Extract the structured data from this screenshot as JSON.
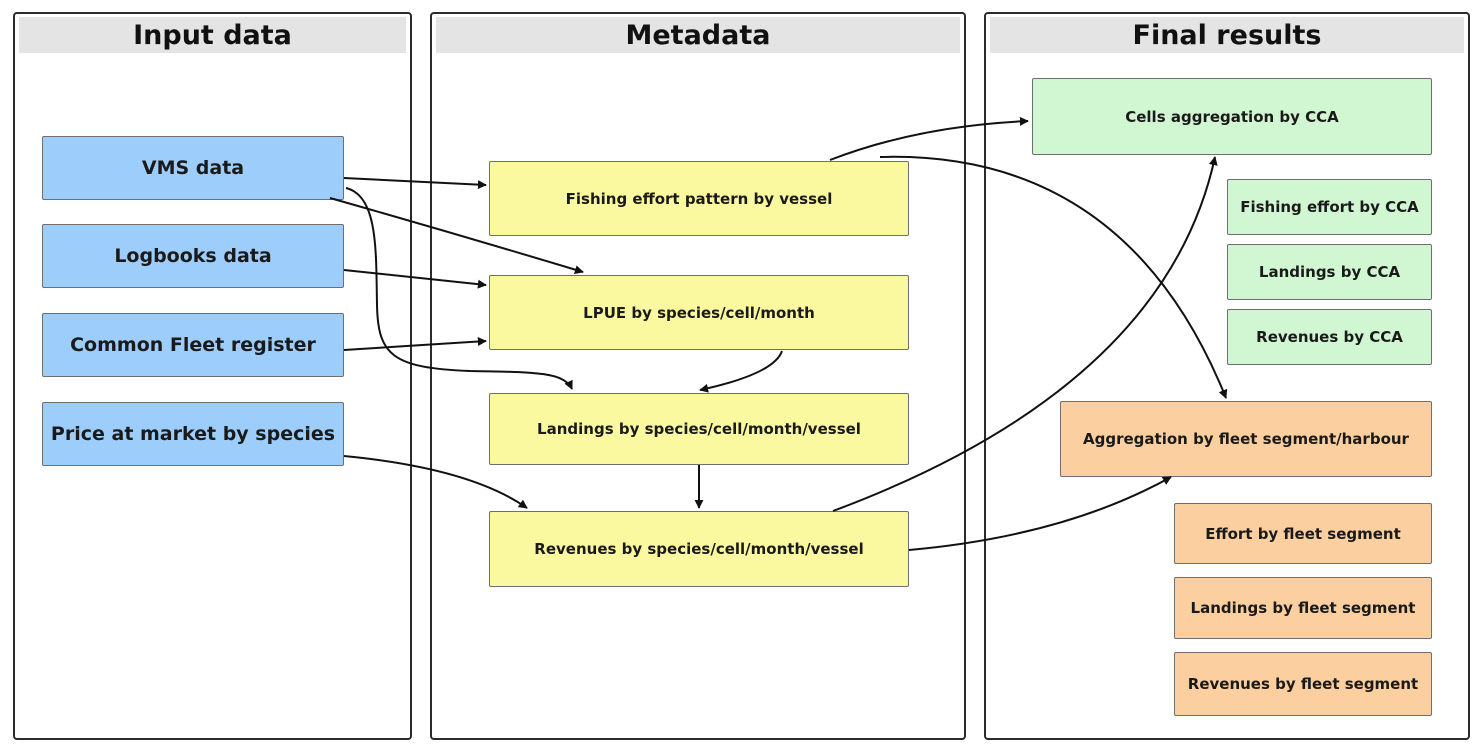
{
  "panels": {
    "input": "Input data",
    "metadata": "Metadata",
    "final": "Final results"
  },
  "input_boxes": {
    "vms": "VMS data",
    "logbooks": "Logbooks data",
    "fleet_register": "Common Fleet register",
    "price": "Price at market by species"
  },
  "metadata_boxes": {
    "effort_pattern": "Fishing effort pattern by vessel",
    "lpue": "LPUE by species/cell/month",
    "landings": "Landings by species/cell/month/vessel",
    "revenues": "Revenues by species/cell/month/vessel"
  },
  "final_boxes": {
    "cells_aggregation": "Cells aggregation by CCA",
    "effort_cca": "Fishing effort by CCA",
    "landings_cca": "Landings by CCA",
    "revenues_cca": "Revenues by CCA",
    "fleet_aggregation": "Aggregation by fleet segment/harbour",
    "effort_fleet": "Effort by fleet segment",
    "landings_fleet": "Landings by fleet segment",
    "revenues_fleet": "Revenues by fleet segment"
  },
  "colors": {
    "input": "#9dcdfb",
    "metadata": "#fbf99f",
    "cca": "#d1f6d2",
    "fleet": "#fbcf9f",
    "header": "#e4e4e4",
    "arrow": "#111111"
  }
}
